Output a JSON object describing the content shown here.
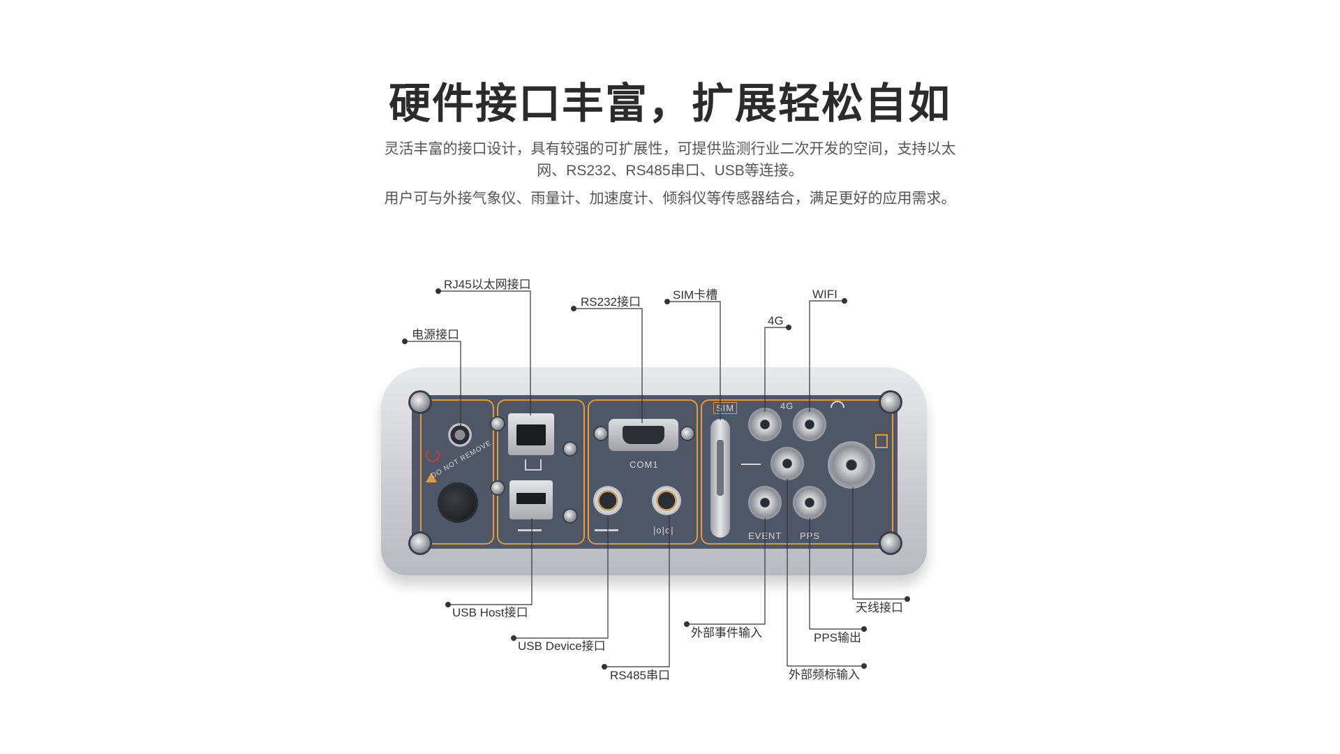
{
  "heading": "硬件接口丰富，扩展轻松自如",
  "intro": {
    "paragraph_1": "灵活丰富的接口设计，具有较强的可扩展性，可提供监测行业二次开发的空间，支持以太网、RS232、RS485串口、USB等连接。",
    "paragraph_2": "用户可与外接气象仪、雨量计、加速度计、倾斜仪等传感器结合，满足更好的应用需求。"
  },
  "device": {
    "panel_text": {
      "com1": "COM1",
      "sim": "SIM",
      "fourg": "4G",
      "event": "EVENT",
      "pps": "PPS",
      "do_not_remove": "DO NOT REMOVE",
      "rs485_symbol": "|o|o|"
    }
  },
  "callouts": {
    "rj45": "RJ45以太网接口",
    "power": "电源接口",
    "rs232": "RS232接口",
    "sim_slot": "SIM卡槽",
    "fourg": "4G",
    "wifi": "WIFI",
    "usb_host": "USB Host接口",
    "usb_device": "USB Device接口",
    "rs485": "RS485串口",
    "event_in": "外部事件输入",
    "freq_in": "外部频标输入",
    "pps_out": "PPS输出",
    "antenna": "天线接口"
  },
  "colors": {
    "faceplate": "#4f5666",
    "panel_border": "#e59a3c",
    "shell": "#c9cbd0",
    "text": "#333333",
    "callout_line": "#333333"
  }
}
